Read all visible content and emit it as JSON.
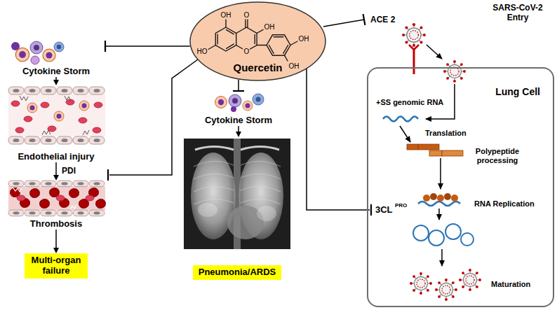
{
  "diagram": {
    "nodes": [
      {
        "text": [
          "Quercetin"
        ]
      },
      {
        "text": [
          "Cytokine Storm"
        ]
      },
      {
        "text": [
          "Endothelial injury"
        ]
      },
      {
        "text": [
          "Thrombosis"
        ]
      },
      {
        "text": [
          "Multi-organ failure"
        ]
      },
      {
        "text": [
          "Cytokine Storm"
        ]
      },
      {
        "text": [
          "Pneumonia/ARDS"
        ]
      },
      {
        "text": [
          "Lung Cell"
        ]
      }
    ],
    "edges": [
      {
        "from": 0,
        "to": 1,
        "arrow": "none"
      },
      {
        "from": 0,
        "to": 5,
        "arrow": "none"
      },
      {
        "from": 1,
        "to": 2,
        "arrow": "to"
      },
      {
        "from": 2,
        "to": 3,
        "label": "PDI",
        "arrow": "to"
      },
      {
        "from": 3,
        "to": 4,
        "arrow": "to"
      },
      {
        "from": 5,
        "to": 6,
        "arrow": "to"
      }
    ],
    "labels": [
      "OH",
      "O",
      "OH",
      "HO",
      "O",
      "OH",
      "OH",
      "SARS-CoV-2 Entry",
      "ACE 2",
      "+SS genomic RNA",
      "Translation",
      "Polypeptide processing",
      "3CL",
      "PRO",
      "RNA Replication",
      "Maturation"
    ]
  }
}
